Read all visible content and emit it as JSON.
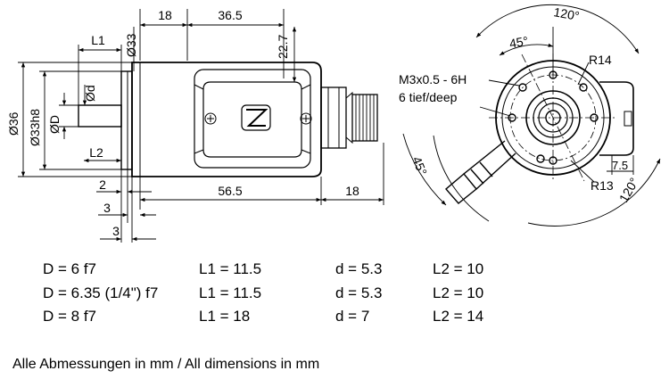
{
  "dims": {
    "d18_top": "18",
    "d36_5": "36.5",
    "l1": "L1",
    "phi33_top": "Ø33",
    "d22_7": "22.7",
    "phi36": "Ø36",
    "phi33h8": "Ø33h8",
    "phiD": "ØD",
    "phid": "Ød",
    "l2": "L2",
    "d2": "2",
    "d3a": "3",
    "d3b": "3",
    "d56_5": "56.5",
    "d18_bot": "18",
    "a120_top": "120°",
    "a45_top": "45°",
    "r14": "R14",
    "thread": "M3x0.5 - 6H",
    "depth": "6 tief/deep",
    "a45_left": "45°",
    "r13": "R13",
    "d7_5": "7.5",
    "a120_bot": "120°"
  },
  "table": {
    "rows": [
      {
        "D": "D = 6 f7",
        "L1": "L1 = 11.5",
        "d": "d = 5.3",
        "L2": "L2 = 10"
      },
      {
        "D": "D = 6.35 (1/4\") f7",
        "L1": "L1 = 11.5",
        "d": "d = 5.3",
        "L2": "L2 = 10"
      },
      {
        "D": "D = 8 f7",
        "L1": "L1 = 18",
        "d": "d = 7",
        "L2": "L2 = 14"
      }
    ]
  },
  "footer": "Alle Abmessungen in mm / All dimensions in mm",
  "logo_glyph": "Z"
}
